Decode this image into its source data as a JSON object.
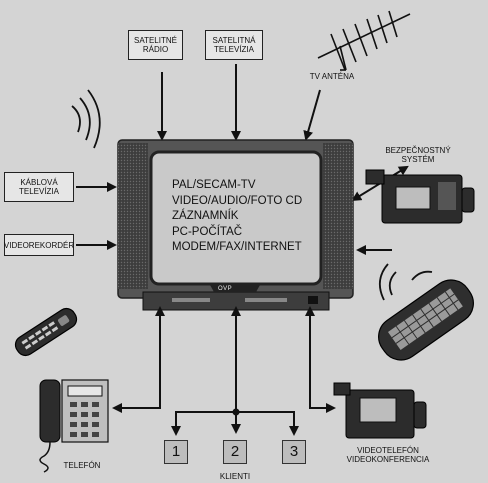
{
  "sources": {
    "satellite_radio": [
      "SATELITNÉ",
      "RÁDIO"
    ],
    "satellite_tv": [
      "SATELITNÁ",
      "TELEVÍZIA"
    ],
    "tv_antenna": "TV ANTÉNA",
    "cable_tv": [
      "KÁBLOVÁ",
      "TELEVÍZIA"
    ],
    "video_recorder": "VIDEOREKORDÉR"
  },
  "screen": {
    "lines": [
      "PAL/SECAM-TV",
      "VIDEO/AUDIO/FOTO CD",
      "ZÁZNAMNÍK",
      "PC-POČÍTAČ",
      "MODEM/FAX/INTERNET"
    ],
    "brand": "OVP"
  },
  "security": [
    "BEZPEČNOSTNÝ",
    "SYSTÉM"
  ],
  "phone_label": "TELEFÓN",
  "clients": {
    "numbers": [
      "1",
      "2",
      "3"
    ],
    "label": "KLIENTI"
  },
  "videophone": [
    "VIDEOTELEFÓN",
    "VIDEOKONFERENCIA"
  ],
  "colors": {
    "background": "#d4d4d4",
    "tv_body": "#4a4a4a",
    "screen": "#c9c9c9",
    "client_box": "#bdbdbd"
  }
}
